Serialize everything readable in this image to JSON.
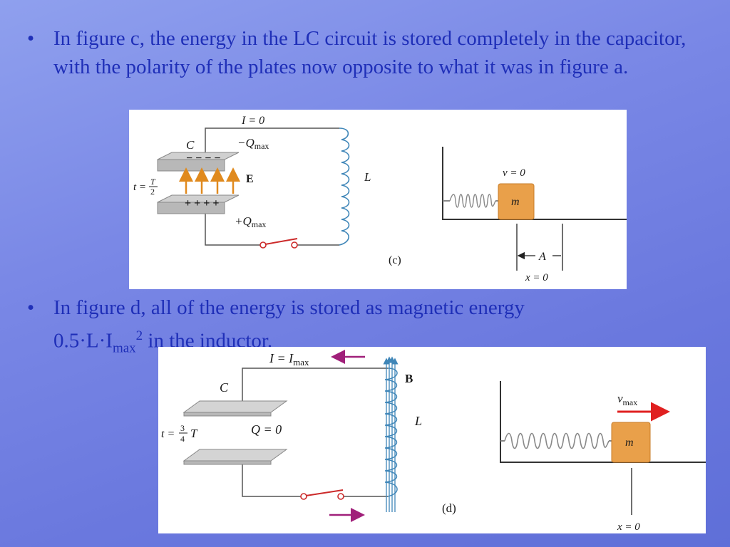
{
  "bullet1": {
    "marker": "•",
    "text": "In figure c, the energy in the LC circuit is stored completely in the capacitor, with the polarity of the plates now opposite to what it was in figure a."
  },
  "bullet2": {
    "marker": "•",
    "text_a": "In figure d, all of the energy is stored as magnetic energy",
    "text_b": "0.5·L·I",
    "text_sub": "max",
    "text_sup": "2",
    "text_c": " in the inductor."
  },
  "figure_c": {
    "current_label": "I = 0",
    "capacitor_label": "C",
    "top_charge": "−Q",
    "top_charge_sub": "max",
    "top_signs": "− − − −",
    "bottom_signs": "+ + + +",
    "bottom_charge": "+Q",
    "bottom_charge_sub": "max",
    "field_label": "E",
    "time_label": "t =",
    "time_num": "T",
    "time_den": "2",
    "inductor_label": "L",
    "velocity_label": "v = 0",
    "mass_label": "m",
    "amplitude_label": "A",
    "origin_label": "x = 0",
    "caption": "(c)"
  },
  "figure_d": {
    "current_label": "I = I",
    "current_sub": "max",
    "capacitor_label": "C",
    "charge_label": "Q = 0",
    "time_label": "t =",
    "time_num": "3",
    "time_den": "4",
    "time_var": "T",
    "field_label": "B",
    "inductor_label": "L",
    "velocity_label": "v",
    "velocity_sub": "max",
    "mass_label": "m",
    "origin_label": "x = 0",
    "caption": "(d)"
  },
  "colors": {
    "bullet_text": "#1f2fb8",
    "plate": "#c8c8c8",
    "field_arrow": "#e08a1e",
    "coil": "#3f86b8",
    "switch": "#cc2a2a",
    "current_arrow": "#a0207a",
    "mass_block": "#e9a04a",
    "velocity_arrow": "#e02020"
  }
}
